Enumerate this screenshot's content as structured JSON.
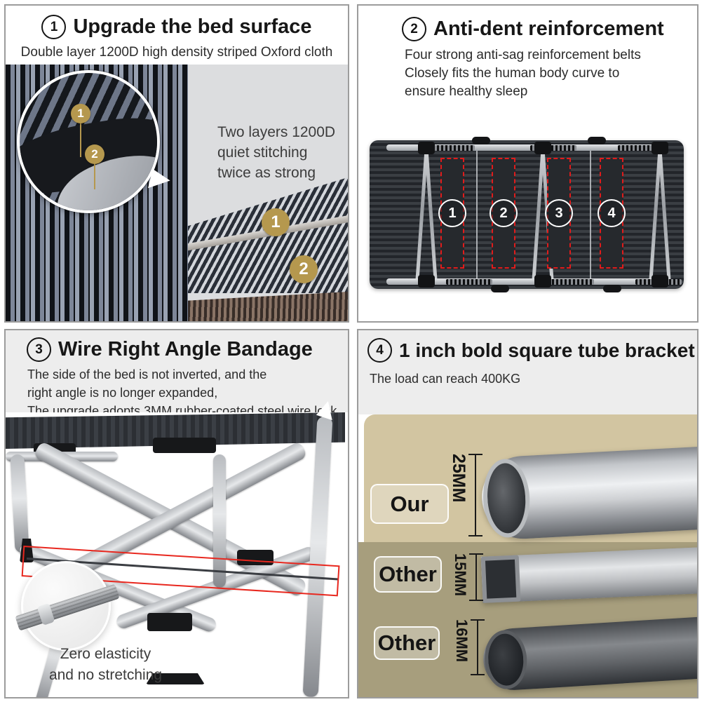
{
  "colors": {
    "accent_red": "#e11b1b",
    "badge_gold": "#b5984e",
    "tan_light": "#d2c5a1",
    "tan_dark": "#a79e7d",
    "header_gray": "#ededed"
  },
  "panels": {
    "surface": {
      "number": "1",
      "title": "Upgrade the bed surface",
      "subtitle": "Double layer 1200D high density striped Oxford cloth",
      "note_lines": [
        "Two layers 1200D",
        "quiet stitching",
        "twice as strong"
      ],
      "callout_labels": [
        "1",
        "2"
      ],
      "fabric_labels": [
        "1",
        "2"
      ]
    },
    "anti_dent": {
      "number": "2",
      "title": "Anti-dent reinforcement",
      "subtitle_lines": [
        "Four strong anti-sag reinforcement belts",
        "Closely fits the human body curve to",
        "ensure healthy sleep"
      ],
      "belts": [
        "1",
        "2",
        "3",
        "4"
      ]
    },
    "wire": {
      "number": "3",
      "title": "Wire Right Angle Bandage",
      "subtitle_lines": [
        "The side of the bed is not inverted, and the",
        "right angle is no longer expanded,",
        "The upgrade adopts 3MM rubber-coated steel wire lock"
      ],
      "caption_lines": [
        "Zero elasticity",
        "and no stretching"
      ]
    },
    "bracket": {
      "number": "4",
      "title": "1 inch bold square tube bracket",
      "subtitle": "The load can reach 400KG",
      "comparison": [
        {
          "label": "Our",
          "size": "25MM",
          "tube": "round light silver"
        },
        {
          "label": "Other",
          "size": "15MM",
          "tube": "square light silver"
        },
        {
          "label": "Other",
          "size": "16MM",
          "tube": "round dark gray"
        }
      ]
    }
  }
}
